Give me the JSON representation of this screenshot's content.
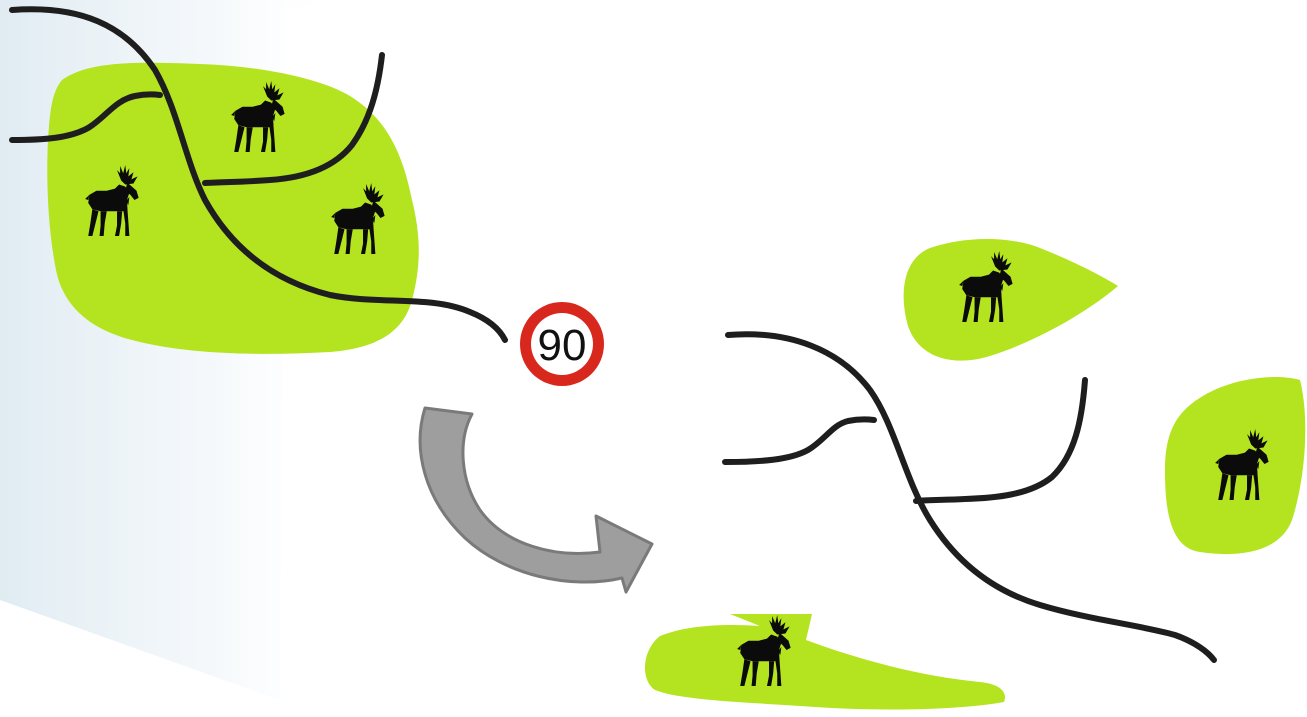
{
  "speed_sign": {
    "value": "90",
    "ring_color": "#d8281e",
    "face_color": "#ffffff"
  },
  "before_scene": {
    "habitat_color": "#b3e41f",
    "moose_count": 3,
    "icon": "moose-icon"
  },
  "after_scene": {
    "habitat_color": "#b3e41f",
    "moose_count": 3,
    "icon": "moose-icon"
  },
  "transition_arrow": {
    "icon": "curved-arrow-icon",
    "color": "#9e9e9e"
  },
  "road_color": "#1e1e1e"
}
